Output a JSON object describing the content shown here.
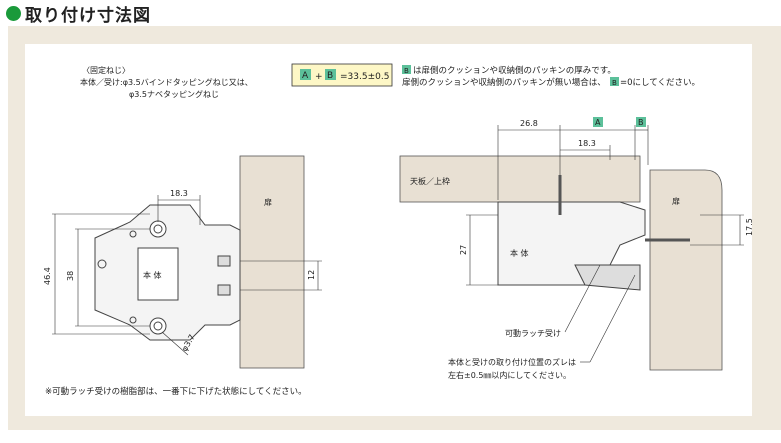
{
  "title": "取り付け寸法図",
  "notes": {
    "screw_head": "〈固定ねじ〉",
    "screw_line1": "本体／受け:φ3.5バインドタッピングねじ又は、",
    "screw_line2": "φ3.5ナベタッピングねじ",
    "formula_a": "A",
    "formula_plus": "+",
    "formula_b": "B",
    "formula_value": "=33.5±0.5",
    "b_line1": "は扉側のクッションや収納側のパッキンの厚みです。",
    "b_line2_pre": "扉側のクッションや収納側のパッキンが無い場合は、",
    "b_line2_post": "=0にしてください。",
    "bottom_note": "※可動ラッチ受けの樹脂部は、一番下に下げた状態にしてください。",
    "latch_label": "可動ラッチ受け",
    "offset_line1": "本体と受けの取り付け位置のズレは",
    "offset_line2": "左右±0.5㎜以内にしてください。"
  },
  "left": {
    "dim_width": "18.3",
    "dim_height_outer": "46.4",
    "dim_height_inner": "38",
    "dim_gap": "12",
    "dim_hole": "φ3.7",
    "body_label": "本 体",
    "door_label": "扉"
  },
  "right": {
    "dim_26_8": "26.8",
    "dim_a": "A",
    "dim_b": "B",
    "dim_18_3": "18.3",
    "dim_27": "27",
    "dim_17_5": "17.5",
    "top_board": "天板／上枠",
    "body_label": "本 体",
    "door_label": "扉"
  },
  "colors": {
    "accent": "#1a9a3a",
    "tag": "#5cc09a",
    "wood": "#e8e0d3"
  }
}
